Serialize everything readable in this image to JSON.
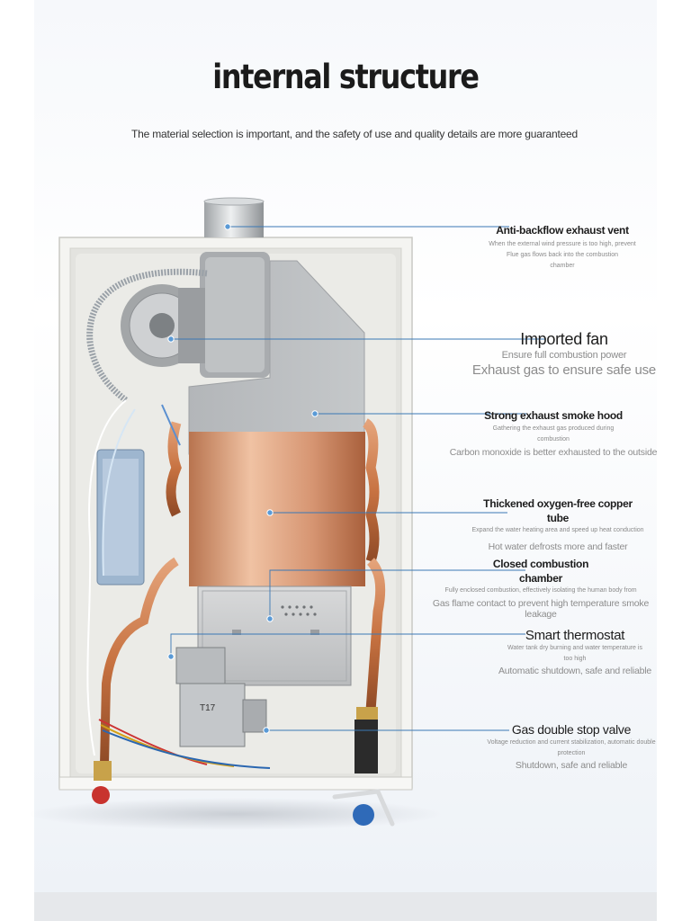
{
  "header": {
    "title": "internal structure",
    "subtitle": "The material selection is important, and the safety of use and quality details are more guaranteed"
  },
  "callouts": [
    {
      "title": "Anti-backflow exhaust vent",
      "small": "When the external wind pressure is too high, prevent",
      "small2": "Flue gas flows back into the combustion",
      "small3": "chamber"
    },
    {
      "title": "Imported fan",
      "mid": "Ensure full combustion power",
      "big": "Exhaust gas to ensure safe use"
    },
    {
      "title": "Strong exhaust smoke hood",
      "small": "Gathering the exhaust gas produced during",
      "small2": "combustion",
      "mid": "Carbon monoxide is better exhausted to the outside"
    },
    {
      "title": "Thickened oxygen-free copper",
      "title2": "tube",
      "small": "Expand the water heating area and speed up heat conduction",
      "mid": "Hot water defrosts more and faster"
    },
    {
      "title": "Closed combustion",
      "title2": "chamber",
      "small": "Fully enclosed combustion, effectively isolating the human body from",
      "mid": "Gas flame contact to prevent high temperature smoke leakage"
    },
    {
      "title": "Smart thermostat",
      "small": "Water tank dry burning and water temperature is",
      "small2": "too high",
      "mid": "Automatic shutdown, safe and reliable"
    },
    {
      "title": "Gas double stop valve",
      "small": "Voltage reduction and current stabilization, automatic double",
      "small2": "protection",
      "mid": "Shutdown, safe and reliable"
    }
  ],
  "product": {
    "valve_label": "T17"
  },
  "colors": {
    "accent_line": "#3a78b5",
    "copper": "#c97c4f",
    "cabinet": "#e9e9e6",
    "hood": "#b9bcbf"
  }
}
